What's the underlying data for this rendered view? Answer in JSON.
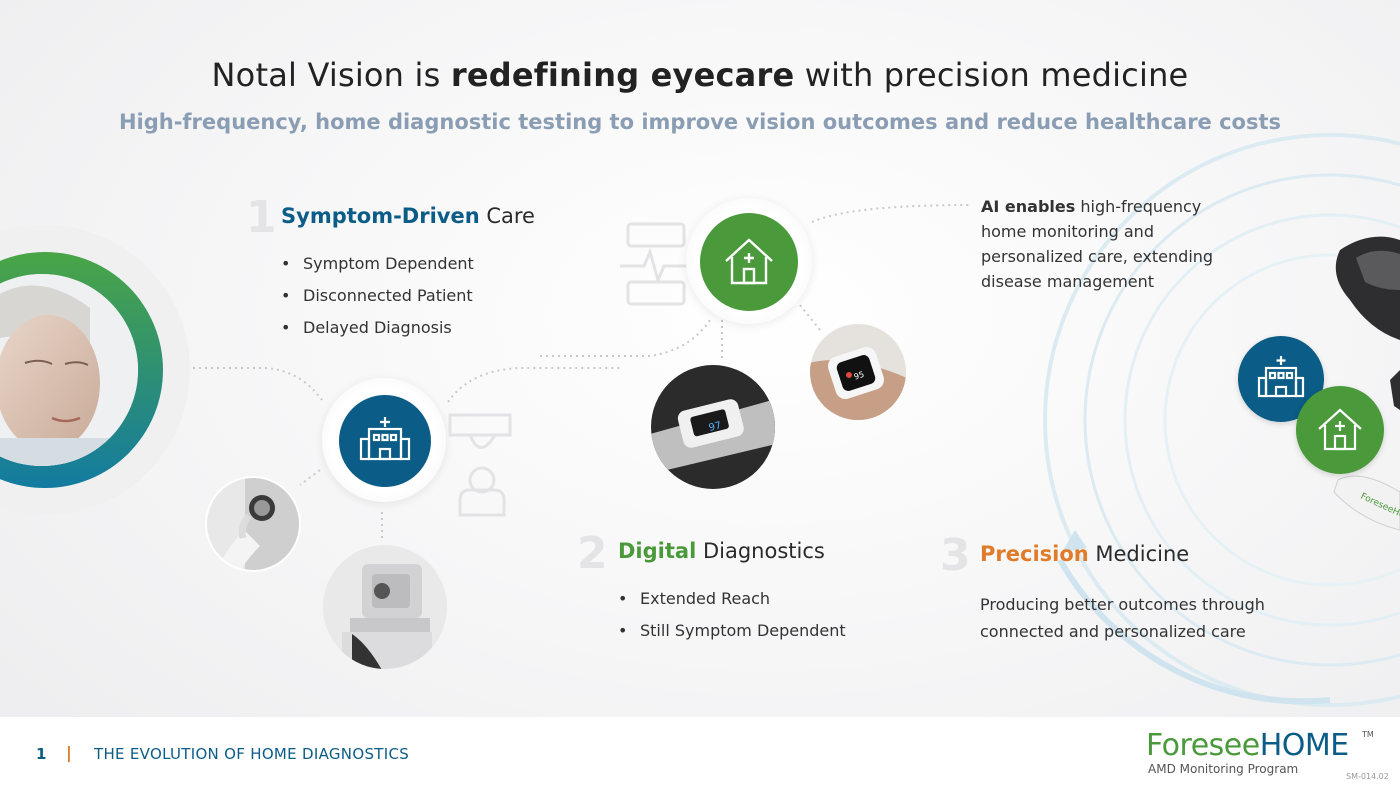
{
  "header": {
    "title_pre": "Notal Vision is ",
    "title_bold": "redefining eyecare",
    "title_post": " with precision medicine",
    "subtitle": "High-frequency, home diagnostic testing to improve vision outcomes and reduce healthcare costs"
  },
  "stage1": {
    "number": "1",
    "highlight": "Symptom-Driven",
    "rest": " Care",
    "bullets": [
      "Symptom Dependent",
      "Disconnected Patient",
      "Delayed Diagnosis"
    ]
  },
  "stage2": {
    "number": "2",
    "highlight": "Digital",
    "rest": " Diagnostics",
    "bullets": [
      "Extended Reach",
      "Still Symptom Dependent"
    ]
  },
  "stage3": {
    "number": "3",
    "highlight": "Precision",
    "rest": " Medicine",
    "text": "Producing better outcomes through connected and personalized care"
  },
  "ai_note": {
    "bold": "AI enables",
    "text": " high-frequency home monitoring and personalized care, extending disease management"
  },
  "devices": {
    "oximeter_reading": "97",
    "watch_reading": "95"
  },
  "footer": {
    "page_number": "1",
    "separator": "|",
    "section_title": "THE EVOLUTION OF HOME DIAGNOSTICS",
    "brand_part1": "Foresee",
    "brand_part2": "HOME",
    "brand_tm": "TM",
    "brand_tagline": "AMD Monitoring Program",
    "doc_code": "SM-014.02"
  },
  "device_label": "ForeseeHOME",
  "colors": {
    "blue": "#0b5c86",
    "green": "#4a9a3c",
    "orange": "#e07b2a",
    "subtitle": "#8a9db3"
  }
}
